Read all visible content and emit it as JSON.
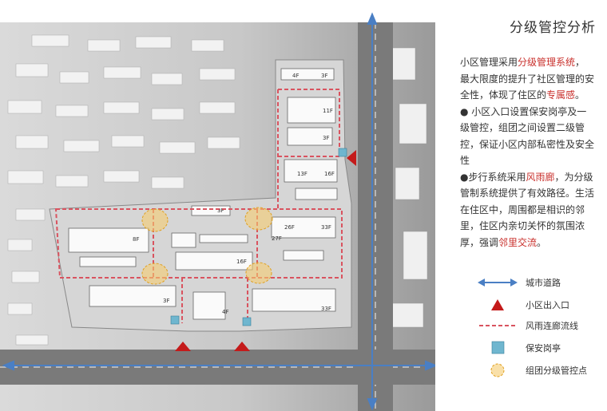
{
  "title": "分级管控分析",
  "description": {
    "p1_a": "小区管理采用",
    "p1_b": "分级管理系统",
    "p1_c": "，最大限度的提升了社区管理的安全性，体现了住区的",
    "p1_d": "专属感",
    "p1_e": "。",
    "p2": "● 小区入口设置保安岗亭及一级管控，组团之间设置二级管控，保证小区内部私密性及安全性",
    "p3_a": "●步行系统采用",
    "p3_b": "风雨廊",
    "p3_c": "，为分级管制系统提供了有效路径。生活在住区中，周围都是相识的邻里，住区内亲切关怀的氛围浓厚，强调",
    "p3_d": "邻里交流",
    "p3_e": "。"
  },
  "legend": [
    {
      "symbol": "double-arrow-icon",
      "label": "城市道路",
      "color": "#4a7fc4"
    },
    {
      "symbol": "triangle-icon",
      "label": "小区出入口",
      "color": "#c41a1a"
    },
    {
      "symbol": "dashed-line-icon",
      "label": "风雨连廊流线",
      "color": "#d9535f"
    },
    {
      "symbol": "square-icon",
      "label": "保安岗亭",
      "color": "#6fb6cf"
    },
    {
      "symbol": "dashed-circle-icon",
      "label": "组团分级管控点",
      "color": "#f0c060"
    }
  ],
  "building_labels": [
    "4F",
    "3F",
    "11F",
    "3F",
    "13F",
    "16F",
    "3F",
    "26F",
    "33F",
    "27F",
    "8F",
    "16F",
    "3F",
    "4F",
    "33F"
  ]
}
